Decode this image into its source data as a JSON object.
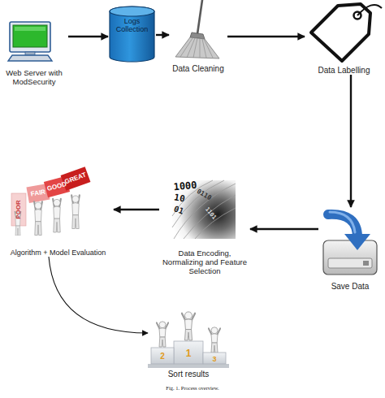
{
  "diagram": {
    "caption": "Fig. 1. Process overview.",
    "nodes": [
      {
        "text": [
          "Web Server with ModSecurity"
        ]
      },
      {
        "text": [
          "Logs Collection"
        ]
      },
      {
        "text": [
          "Data Cleaning"
        ]
      },
      {
        "text": [
          "Data Labelling"
        ]
      },
      {
        "text": [
          "Save Data"
        ]
      },
      {
        "text": [
          "Data Encoding, Normalizing and Feature Selection"
        ]
      },
      {
        "text": [
          "Algorithm + Model Evaluation"
        ]
      },
      {
        "text": [
          "Sort results"
        ]
      }
    ],
    "edges": [
      {
        "from": 0,
        "to": 1,
        "arrow": "to"
      },
      {
        "from": 1,
        "to": 2,
        "arrow": "to"
      },
      {
        "from": 2,
        "to": 3,
        "arrow": "to"
      },
      {
        "from": 3,
        "to": 4,
        "arrow": "to"
      },
      {
        "from": 4,
        "to": 5,
        "arrow": "to"
      },
      {
        "from": 5,
        "to": 6,
        "arrow": "to"
      },
      {
        "from": 6,
        "to": 7,
        "arrow": "to"
      }
    ],
    "labels": [
      "1000",
      "10",
      "01",
      "0110",
      "1101",
      "POOR",
      "FAIR",
      "GOOD",
      "GREAT",
      "2",
      "1",
      "3"
    ]
  }
}
